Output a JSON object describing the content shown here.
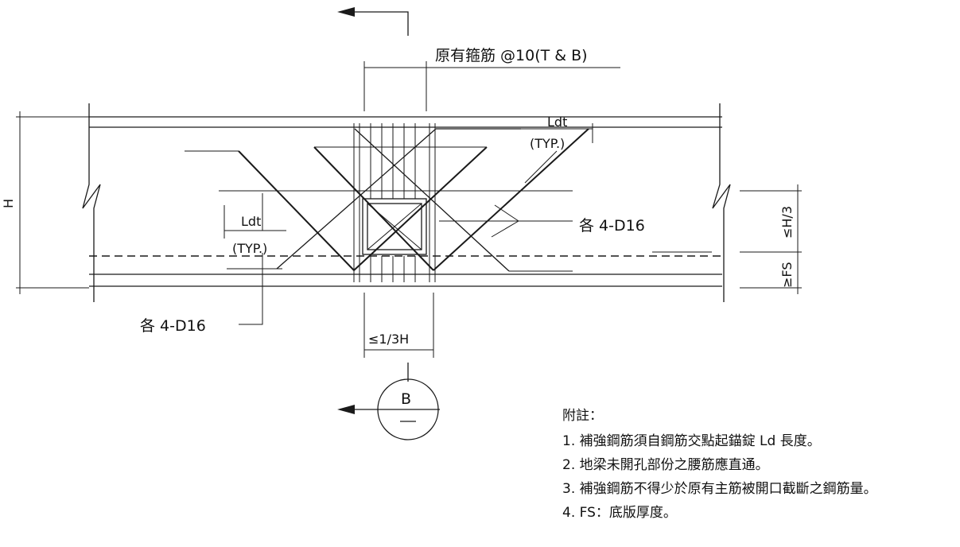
{
  "drawing": {
    "stirrup_label": "原有箍筋 @10(T & B)",
    "ldt_upper": "Ldt",
    "typ_upper": "(TYP.)",
    "ldt_left": "Ldt",
    "typ_left": "(TYP.)",
    "bars_right": "各 4-D16",
    "bars_left": "各 4-D16",
    "h_label": "H",
    "h3_label": "≤H/3",
    "fs_label": "≥FS",
    "width_label": "≤1/3H",
    "section_mark": "B"
  },
  "notes": {
    "title": "附註：",
    "items": [
      "1.  補強鋼筋須自鋼筋交點起錨錠 Ld 長度。",
      "2.  地梁未開孔部份之腰筋應直通。",
      "3.  補強鋼筋不得少於原有主筋被開口截斷之鋼筋量。",
      "4.  FS：底版厚度。"
    ]
  }
}
